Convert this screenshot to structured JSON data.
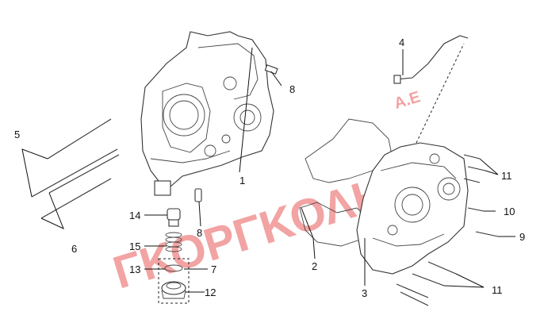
{
  "watermark": {
    "text": "ΓΚΟΡΓΚΟΛΗΣ",
    "suffix": "Α.Ε",
    "color": "#f2a3a3"
  },
  "callouts": [
    {
      "id": "1",
      "label": "1"
    },
    {
      "id": "2",
      "label": "2"
    },
    {
      "id": "3",
      "label": "3"
    },
    {
      "id": "4",
      "label": "4"
    },
    {
      "id": "5",
      "label": "5"
    },
    {
      "id": "6",
      "label": "6"
    },
    {
      "id": "7",
      "label": "7"
    },
    {
      "id": "8a",
      "label": "8"
    },
    {
      "id": "8b",
      "label": "8"
    },
    {
      "id": "9",
      "label": "9"
    },
    {
      "id": "10",
      "label": "10"
    },
    {
      "id": "11a",
      "label": "11"
    },
    {
      "id": "11b",
      "label": "11"
    },
    {
      "id": "12",
      "label": "12"
    },
    {
      "id": "13",
      "label": "13"
    },
    {
      "id": "14",
      "label": "14"
    },
    {
      "id": "15",
      "label": "15"
    }
  ]
}
